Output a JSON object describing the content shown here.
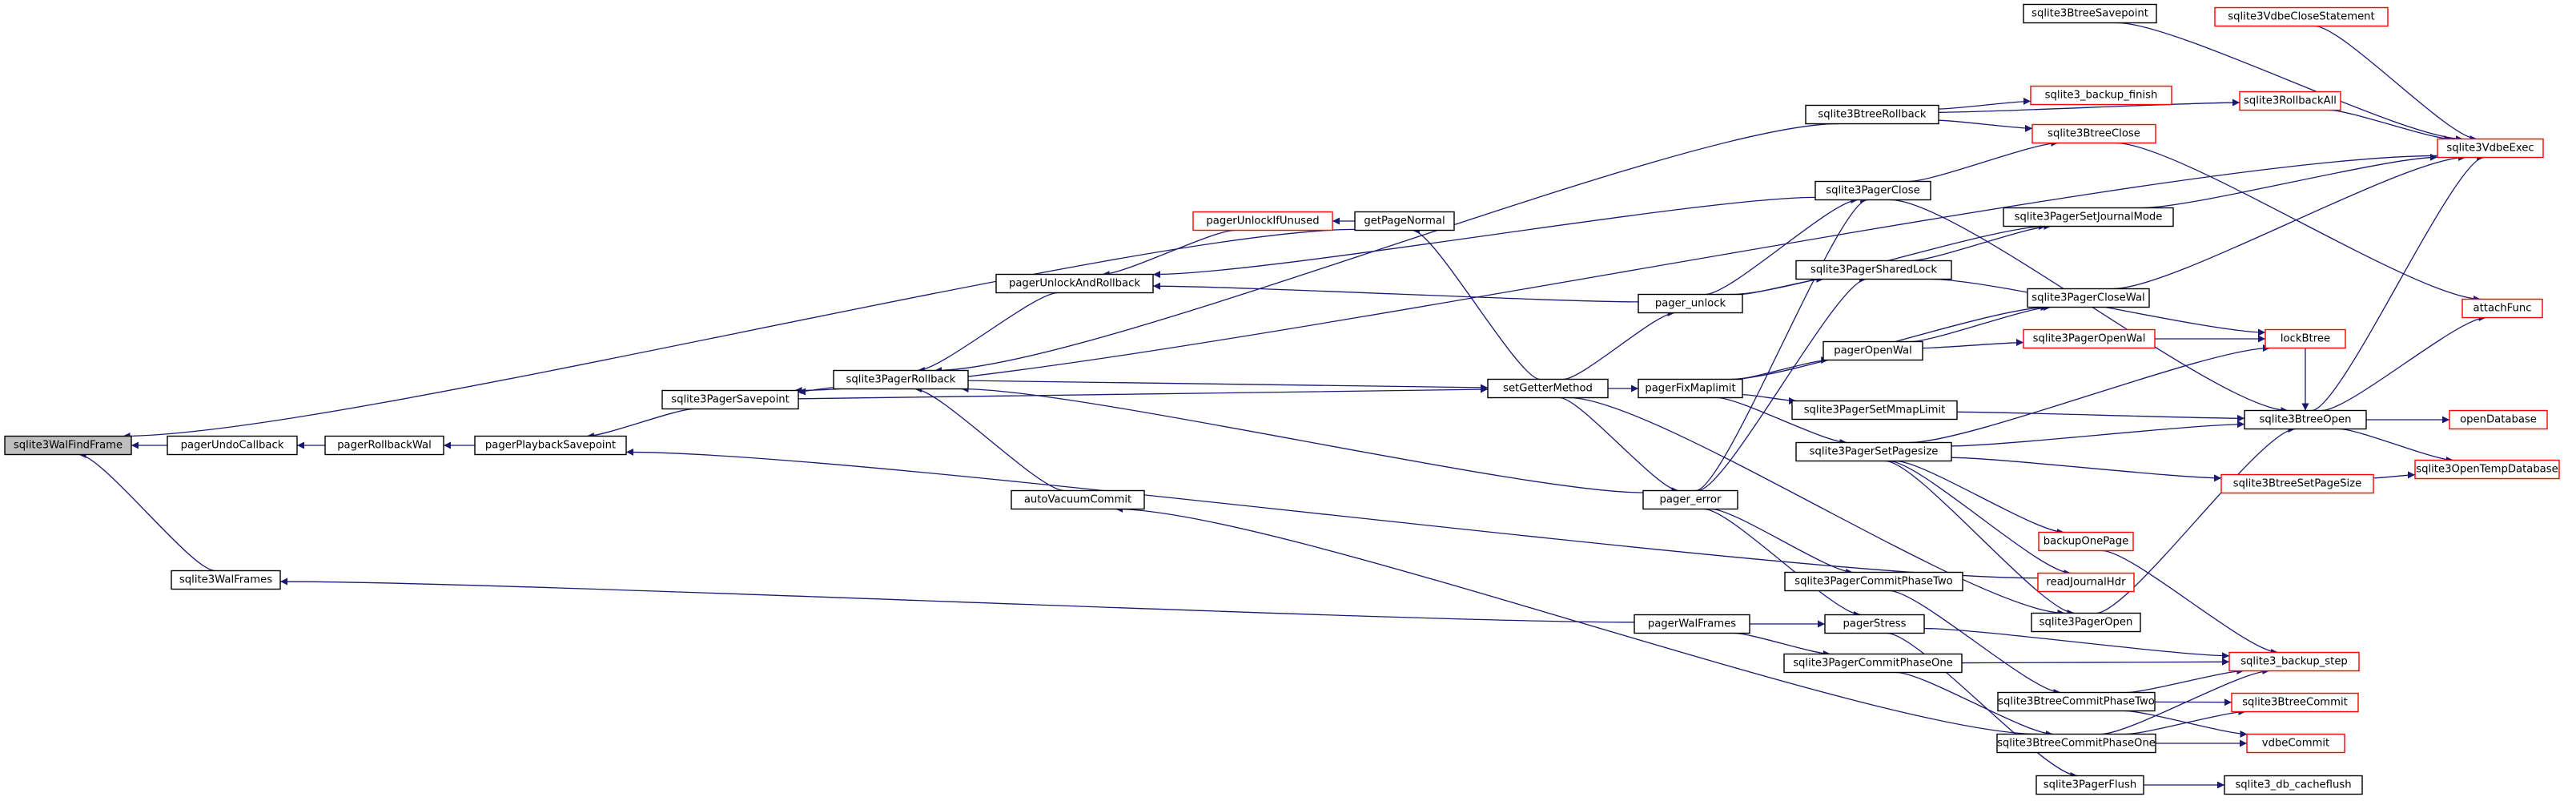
{
  "colors": {
    "edge": "#191970",
    "node_border": "#000000",
    "truncated_border": "#ff0000",
    "node_fill": "#ffffff",
    "focus_fill": "#bfbfbf",
    "text": "#000000"
  },
  "nodes": [
    {
      "id": "n1",
      "label": "sqlite3WalFindFrame",
      "focus": true
    },
    {
      "id": "n2",
      "label": "pagerUndoCallback"
    },
    {
      "id": "n3",
      "label": "pagerRollbackWal"
    },
    {
      "id": "n4",
      "label": "pagerPlaybackSavepoint"
    },
    {
      "id": "n5",
      "label": "sqlite3PagerSavepoint"
    },
    {
      "id": "n6",
      "label": "sqlite3PagerRollback"
    },
    {
      "id": "n7",
      "label": "setGetterMethod"
    },
    {
      "id": "n8",
      "label": "pagerUnlockAndRollback"
    },
    {
      "id": "n9",
      "label": "pagerUnlockIfUnused",
      "truncated": true
    },
    {
      "id": "n10",
      "label": "getPageNormal"
    },
    {
      "id": "n11",
      "label": "autoVacuumCommit"
    },
    {
      "id": "n12",
      "label": "sqlite3WalFrames"
    },
    {
      "id": "n13",
      "label": "pager_unlock"
    },
    {
      "id": "n14",
      "label": "pagerFixMaplimit"
    },
    {
      "id": "n15",
      "label": "pager_error"
    },
    {
      "id": "n16",
      "label": "pagerWalFrames"
    },
    {
      "id": "n17",
      "label": "sqlite3BtreeSavepoint"
    },
    {
      "id": "n18",
      "label": "sqlite3BtreeRollback"
    },
    {
      "id": "n19",
      "label": "sqlite3PagerClose"
    },
    {
      "id": "n20",
      "label": "sqlite3PagerSharedLock"
    },
    {
      "id": "n21",
      "label": "pagerOpenWal"
    },
    {
      "id": "n22",
      "label": "sqlite3PagerSetMmapLimit"
    },
    {
      "id": "n23",
      "label": "sqlite3PagerSetPagesize"
    },
    {
      "id": "n24",
      "label": "sqlite3PagerCommitPhaseTwo"
    },
    {
      "id": "n25",
      "label": "pagerStress"
    },
    {
      "id": "n26",
      "label": "sqlite3PagerCommitPhaseOne"
    },
    {
      "id": "n27",
      "label": "sqlite3VdbeCloseStatement",
      "truncated": true
    },
    {
      "id": "n28",
      "label": "sqlite3_backup_finish",
      "truncated": true
    },
    {
      "id": "n29",
      "label": "sqlite3RollbackAll",
      "truncated": true
    },
    {
      "id": "n30",
      "label": "sqlite3BtreeClose",
      "truncated": true
    },
    {
      "id": "n31",
      "label": "sqlite3PagerSetJournalMode"
    },
    {
      "id": "n32",
      "label": "sqlite3PagerCloseWal"
    },
    {
      "id": "n33",
      "label": "sqlite3PagerOpenWal",
      "truncated": true
    },
    {
      "id": "n34",
      "label": "lockBtree",
      "truncated": true
    },
    {
      "id": "n35",
      "label": "sqlite3BtreeOpen"
    },
    {
      "id": "n36",
      "label": "sqlite3BtreeSetPageSize",
      "truncated": true
    },
    {
      "id": "n37",
      "label": "backupOnePage",
      "truncated": true
    },
    {
      "id": "n38",
      "label": "readJournalHdr",
      "truncated": true
    },
    {
      "id": "n39",
      "label": "sqlite3PagerOpen"
    },
    {
      "id": "n40",
      "label": "sqlite3BtreeCommitPhaseTwo"
    },
    {
      "id": "n41",
      "label": "sqlite3BtreeCommitPhaseOne"
    },
    {
      "id": "n42",
      "label": "sqlite3PagerFlush"
    },
    {
      "id": "n43",
      "label": "sqlite3VdbeExec",
      "truncated": true
    },
    {
      "id": "n44",
      "label": "attachFunc",
      "truncated": true
    },
    {
      "id": "n45",
      "label": "openDatabase",
      "truncated": true
    },
    {
      "id": "n46",
      "label": "sqlite3OpenTempDatabase",
      "truncated": true
    },
    {
      "id": "n47",
      "label": "sqlite3_backup_step",
      "truncated": true
    },
    {
      "id": "n48",
      "label": "sqlite3BtreeCommit",
      "truncated": true
    },
    {
      "id": "n49",
      "label": "vdbeCommit",
      "truncated": true
    },
    {
      "id": "n50",
      "label": "sqlite3_db_cacheflush"
    }
  ],
  "edges": [
    [
      "n2",
      "n1"
    ],
    [
      "n12",
      "n1"
    ],
    [
      "n10",
      "n1"
    ],
    [
      "n3",
      "n2"
    ],
    [
      "n4",
      "n3"
    ],
    [
      "n5",
      "n4"
    ],
    [
      "n43",
      "n5"
    ],
    [
      "n6",
      "n5"
    ],
    [
      "n6",
      "n7"
    ],
    [
      "n5",
      "n7"
    ],
    [
      "n8",
      "n6"
    ],
    [
      "n11",
      "n6"
    ],
    [
      "n18",
      "n6"
    ],
    [
      "n15",
      "n6"
    ],
    [
      "n7",
      "n10"
    ],
    [
      "n7",
      "n13"
    ],
    [
      "n7",
      "n14"
    ],
    [
      "n7",
      "n15"
    ],
    [
      "n7",
      "n39"
    ],
    [
      "n9",
      "n8"
    ],
    [
      "n10",
      "n9"
    ],
    [
      "n19",
      "n8"
    ],
    [
      "n13",
      "n8"
    ],
    [
      "n41",
      "n11"
    ],
    [
      "n16",
      "n12"
    ],
    [
      "n14",
      "n22"
    ],
    [
      "n14",
      "n23"
    ],
    [
      "n14",
      "n32"
    ],
    [
      "n14",
      "n21"
    ],
    [
      "n15",
      "n20"
    ],
    [
      "n15",
      "n19"
    ],
    [
      "n15",
      "n24"
    ],
    [
      "n15",
      "n25"
    ],
    [
      "n13",
      "n19"
    ],
    [
      "n13",
      "n20"
    ],
    [
      "n13",
      "n31"
    ],
    [
      "n16",
      "n25"
    ],
    [
      "n16",
      "n26"
    ],
    [
      "n17",
      "n43"
    ],
    [
      "n18",
      "n28"
    ],
    [
      "n18",
      "n29"
    ],
    [
      "n18",
      "n30"
    ],
    [
      "n19",
      "n30"
    ],
    [
      "n19",
      "n35"
    ],
    [
      "n20",
      "n31"
    ],
    [
      "n20",
      "n34"
    ],
    [
      "n21",
      "n32"
    ],
    [
      "n21",
      "n33"
    ],
    [
      "n22",
      "n35"
    ],
    [
      "n23",
      "n35"
    ],
    [
      "n23",
      "n36"
    ],
    [
      "n23",
      "n37"
    ],
    [
      "n23",
      "n38"
    ],
    [
      "n23",
      "n39"
    ],
    [
      "n23",
      "n34"
    ],
    [
      "n38",
      "n4"
    ],
    [
      "n24",
      "n40"
    ],
    [
      "n25",
      "n47"
    ],
    [
      "n25",
      "n42"
    ],
    [
      "n26",
      "n41"
    ],
    [
      "n26",
      "n47"
    ],
    [
      "n42",
      "n50"
    ],
    [
      "n27",
      "n43"
    ],
    [
      "n29",
      "n43"
    ],
    [
      "n30",
      "n44"
    ],
    [
      "n31",
      "n43"
    ],
    [
      "n32",
      "n43"
    ],
    [
      "n33",
      "n34"
    ],
    [
      "n34",
      "n35"
    ],
    [
      "n35",
      "n43"
    ],
    [
      "n35",
      "n44"
    ],
    [
      "n35",
      "n45"
    ],
    [
      "n35",
      "n46"
    ],
    [
      "n36",
      "n46"
    ],
    [
      "n37",
      "n47"
    ],
    [
      "n39",
      "n35"
    ],
    [
      "n40",
      "n47"
    ],
    [
      "n40",
      "n48"
    ],
    [
      "n40",
      "n49"
    ],
    [
      "n41",
      "n47"
    ],
    [
      "n41",
      "n48"
    ],
    [
      "n41",
      "n49"
    ]
  ]
}
